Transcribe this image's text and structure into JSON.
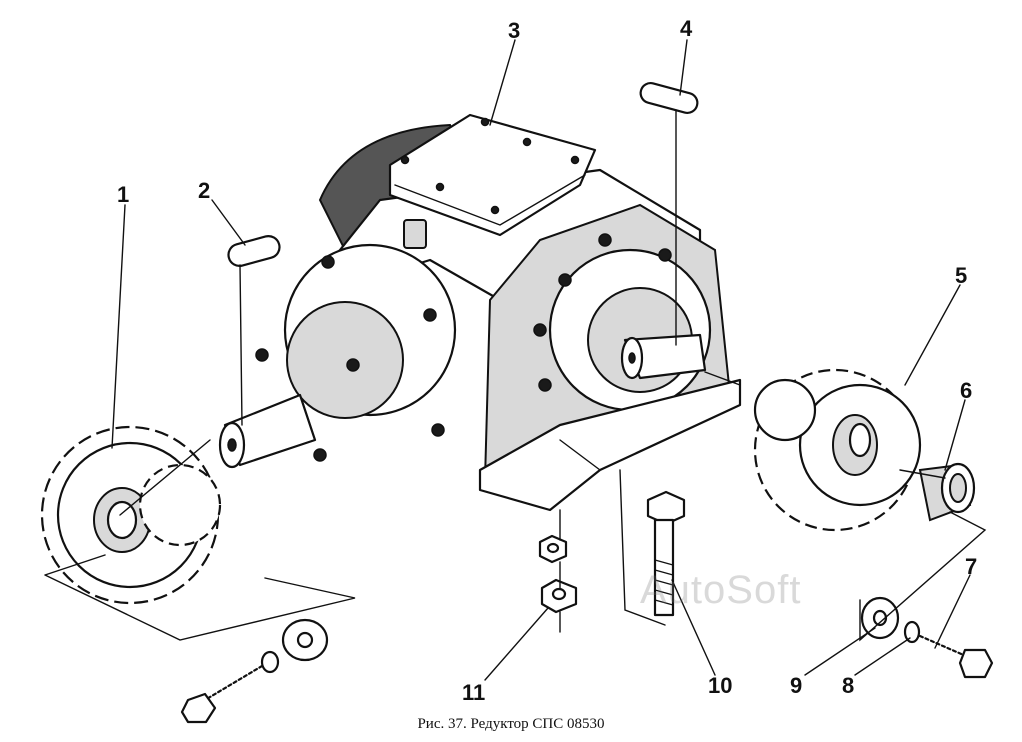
{
  "figure": {
    "caption": "Рис. 37. Редуктор СПС 08530",
    "watermark": "AutoSoft"
  },
  "callouts": [
    {
      "id": "1",
      "label": "1"
    },
    {
      "id": "2",
      "label": "2"
    },
    {
      "id": "3",
      "label": "3"
    },
    {
      "id": "4",
      "label": "4"
    },
    {
      "id": "5",
      "label": "5"
    },
    {
      "id": "6",
      "label": "6"
    },
    {
      "id": "7",
      "label": "7"
    },
    {
      "id": "8",
      "label": "8"
    },
    {
      "id": "9",
      "label": "9"
    },
    {
      "id": "10",
      "label": "10"
    },
    {
      "id": "11",
      "label": "11"
    }
  ],
  "colors": {
    "ink": "#111111",
    "paper": "#ffffff"
  }
}
